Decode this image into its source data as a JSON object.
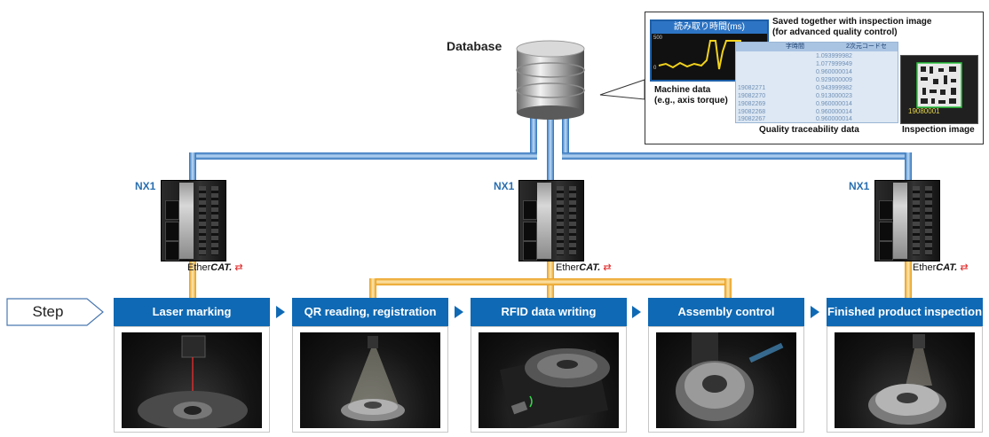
{
  "database": {
    "label": "Database"
  },
  "controllers": [
    {
      "label": "NX1",
      "bus": "EtherCAT"
    },
    {
      "label": "NX1",
      "bus": "EtherCAT"
    },
    {
      "label": "NX1",
      "bus": "EtherCAT"
    }
  ],
  "ethercat": {
    "prefix": "Ether",
    "suffix": "CAT."
  },
  "callout": {
    "saved_line1": "Saved together with inspection image",
    "saved_line2": "(for advanced quality control)",
    "machine_line1": "Machine data",
    "machine_line2": "(e.g., axis torque)",
    "quality_caption": "Quality traceability data",
    "inspection_caption": "Inspection image",
    "graph_title": "読み取り時間(ms)",
    "graph_y_max": "500",
    "graph_y_mid": "0",
    "table_header": [
      "",
      "字時間",
      "2次元コードセ"
    ],
    "table_values": [
      "1.093999982",
      "1.077999949",
      "0.960000014",
      "0.929000009",
      "0.943999982",
      "0.913000023",
      "0.960000014",
      "0.960000014",
      "0.960000014"
    ],
    "table_ids": [
      "",
      "",
      "",
      "",
      "19082271",
      "19082270",
      "19082269",
      "19082268",
      "19082267"
    ],
    "inspection_overlay": "19080001"
  },
  "step_label": "Step",
  "processes": [
    {
      "label": "Laser marking"
    },
    {
      "label": "QR reading, registration"
    },
    {
      "label": "RFID data writing"
    },
    {
      "label": "Assembly control"
    },
    {
      "label": "Finished product inspection"
    }
  ],
  "colors": {
    "blue_bus": "#4f8fd0",
    "orange_bus": "#f3ad2b",
    "process_blue": "#0f69b4"
  }
}
